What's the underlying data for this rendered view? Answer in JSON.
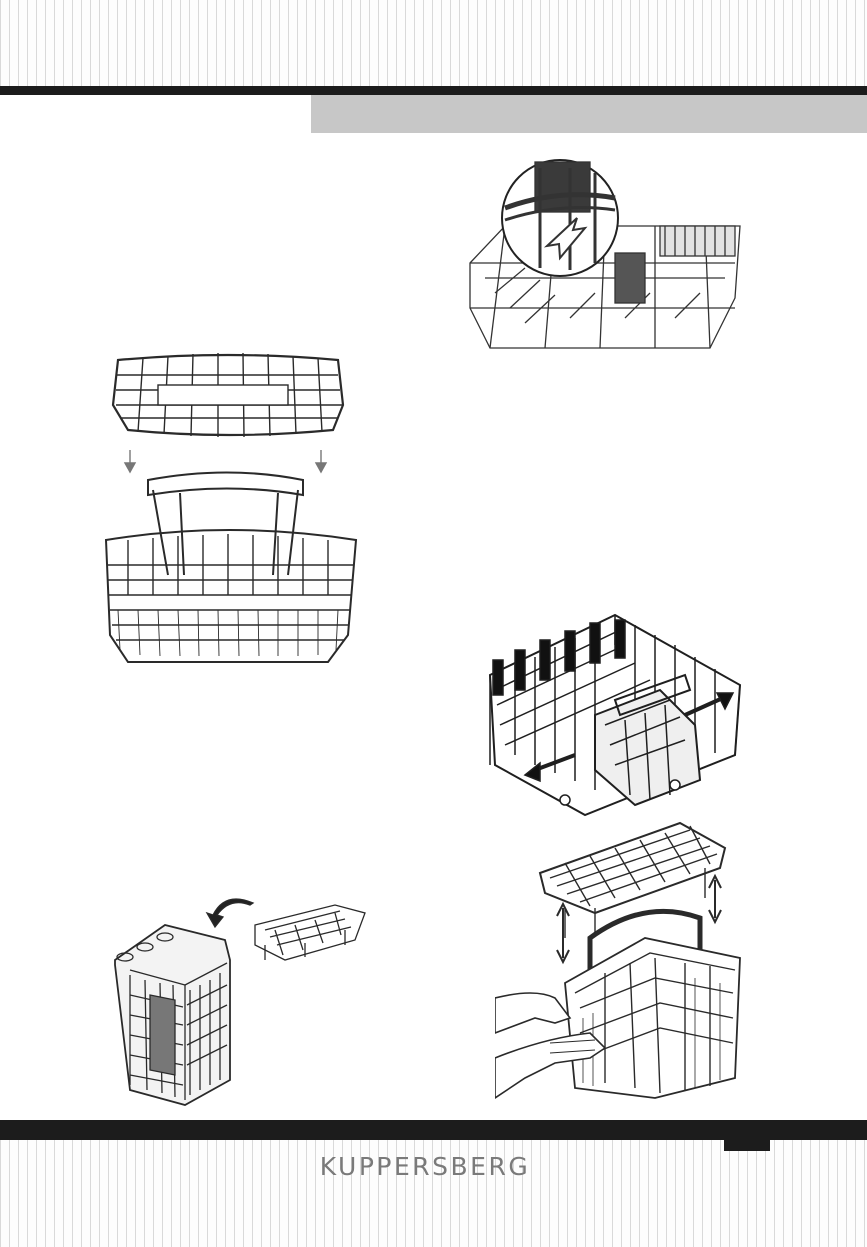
{
  "brand": {
    "name": "KUPPERSBERG",
    "color": "#7a7a7a"
  },
  "colors": {
    "rule": "#1c1c1c",
    "header_bar": "#c7c7c7",
    "stripes": "#d9d9d9"
  },
  "figures": [
    {
      "id": "rack-rail-detail",
      "icon": "upper-rack-rail-zoom-illustration"
    },
    {
      "id": "basket-lid-remove",
      "icon": "cutlery-basket-lid-illustration"
    },
    {
      "id": "rack-with-basket",
      "icon": "lower-rack-basket-slide-illustration"
    },
    {
      "id": "basket-split",
      "icon": "basket-half-separated-illustration"
    },
    {
      "id": "basket-lid-lift",
      "icon": "basket-hands-lid-lift-illustration"
    }
  ]
}
